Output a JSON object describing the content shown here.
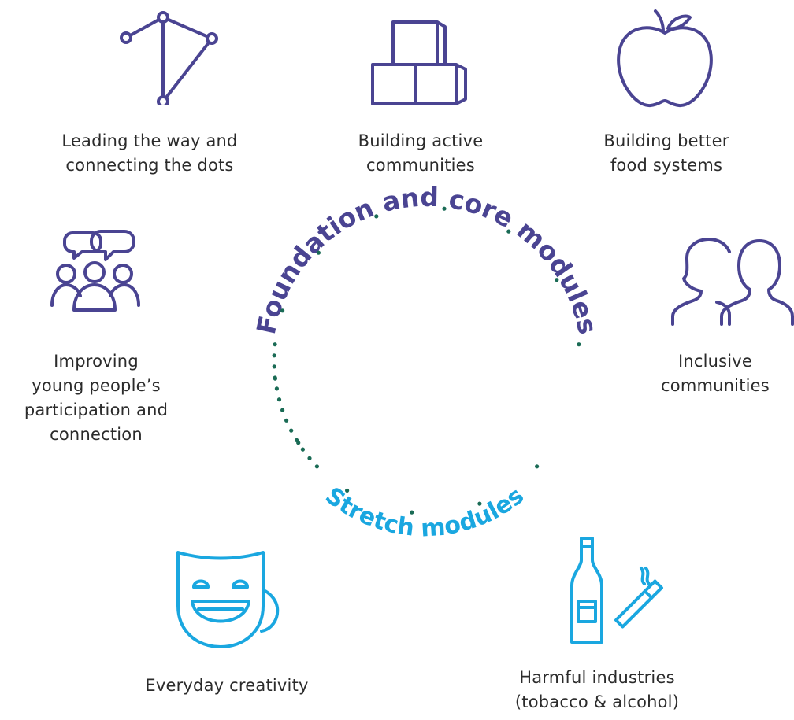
{
  "colors": {
    "core": "#4a4492",
    "stretch": "#1aa7e0",
    "dots": "#1a6b55",
    "text": "#2b2b2b"
  },
  "ring": {
    "core_label": "Foundation and core modules",
    "stretch_label": "Stretch modules"
  },
  "modules": {
    "leading": {
      "icon": "constellation-icon",
      "lines": [
        "Leading the way and",
        "connecting the dots"
      ]
    },
    "active": {
      "icon": "blocks-icon",
      "lines": [
        "Building active",
        "communities"
      ]
    },
    "food": {
      "icon": "apple-icon",
      "lines": [
        "Building better",
        "food systems"
      ]
    },
    "young": {
      "icon": "people-chat-icon",
      "lines": [
        "Improving",
        "young people’s",
        "participation and",
        "connection"
      ]
    },
    "inclusive": {
      "icon": "two-heads-icon",
      "lines": [
        "Inclusive",
        "communities"
      ]
    },
    "creativity": {
      "icon": "theatre-mask-icon",
      "lines": [
        "Everyday creativity"
      ]
    },
    "harmful": {
      "icon": "bottle-cigarette-icon",
      "lines": [
        "Harmful industries",
        "(tobacco & alcohol)"
      ]
    }
  }
}
